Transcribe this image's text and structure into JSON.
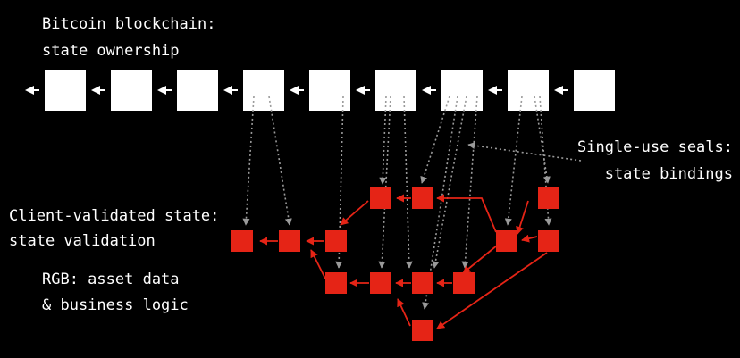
{
  "labels": {
    "bitcoin_line1": "Bitcoin blockchain:",
    "bitcoin_line2": "state ownership",
    "seals_line1": "Single-use seals:",
    "seals_line2": "state bindings",
    "client_line1": "Client-validated state:",
    "client_line2": "state validation",
    "rgb_line1": "RGB: asset data",
    "rgb_line2": "& business logic"
  },
  "colors": {
    "background": "#000000",
    "block": "#ffffff",
    "state": "#e52416",
    "seal_arrow": "#9a9a9a",
    "state_arrow": "#e52416"
  }
}
